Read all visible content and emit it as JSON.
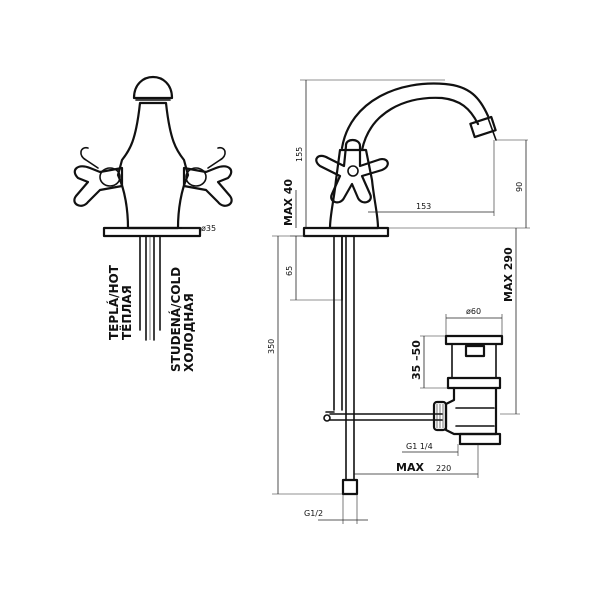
{
  "labels": {
    "hot": "TEPLÁ/HOT",
    "hot_ru": "ТЁПЛАЯ",
    "cold": "STUDENÁ/COLD",
    "cold_ru": "ХОЛОДНАЯ"
  },
  "dimensions": {
    "d155": "155",
    "max40": "MAX  40",
    "d153": "153",
    "d90": "90",
    "d35dia": "ø35",
    "d65": "65",
    "max290": "MAX  290",
    "d350": "350",
    "d60dia": "ø60",
    "d35_50": "35 –50",
    "g1_4": "G1 1/4",
    "max220": "MAX",
    "d220": "220",
    "g1_2": "G1/2"
  }
}
